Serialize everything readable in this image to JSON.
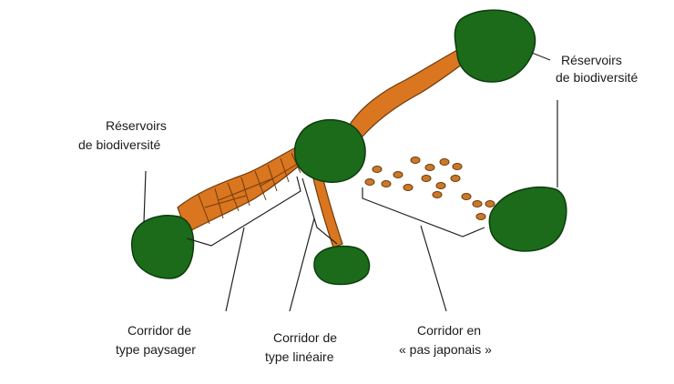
{
  "labels": {
    "reservoir_top_right": [
      "Réservoirs",
      "de biodiversité"
    ],
    "reservoir_left": [
      "Réservoirs",
      "de biodiversité"
    ],
    "corridor_paysager": [
      "Corridor de",
      "type paysager"
    ],
    "corridor_lineaire": [
      "Corridor de",
      "type linéaire"
    ],
    "corridor_pas_japonais": [
      "Corridor en",
      "« pas japonais »"
    ]
  },
  "colors": {
    "reservoir": "#1b6b1b",
    "corridor": "#d9761f",
    "outline": "#6e3a0b",
    "text": "#1a1a1a"
  }
}
